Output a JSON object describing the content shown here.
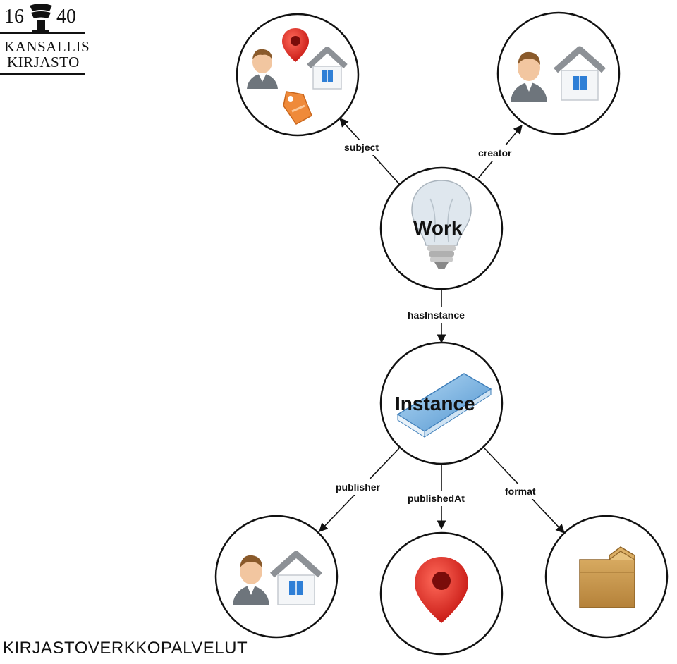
{
  "branding": {
    "logo_year_left": "16",
    "logo_year_right": "40",
    "logo_line1": "KANSALLIS",
    "logo_line2": "KIRJASTO",
    "footer": "KIRJASTOVERKKOPALVELUT"
  },
  "diagram": {
    "nodes": {
      "work": {
        "title": "Work"
      },
      "instance": {
        "title": "Instance"
      }
    },
    "edges": {
      "subject": "subject",
      "creator": "creator",
      "hasInstance": "hasInstance",
      "publisher": "publisher",
      "publishedAt": "publishedAt",
      "format": "format"
    }
  },
  "colors": {
    "person_skin": "#f2c6a0",
    "person_hair": "#8a5a2b",
    "person_suit": "#6e757c",
    "house_roof": "#8d9196",
    "house_wall": "#f4f6f8",
    "house_window": "#2f7fd6",
    "pin_red": "#d9231f",
    "tag_orange": "#ef8a3a",
    "bulb_glass": "#dfe7ee",
    "book_blue": "#8fc3ea",
    "box_tan": "#c99a52"
  }
}
